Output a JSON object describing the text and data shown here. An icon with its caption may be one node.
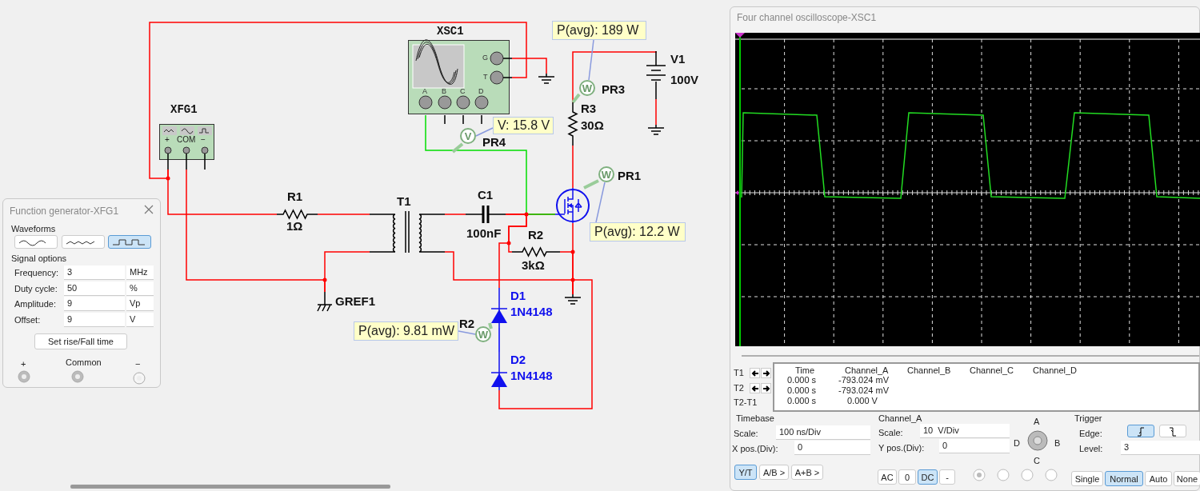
{
  "diagram": {
    "nodes": [
      {
        "text": [
          "XFG1",
          "+",
          "COM",
          "−"
        ]
      },
      {
        "text": [
          "XSC1",
          "G",
          "T",
          "A",
          "B",
          "C",
          "D"
        ]
      },
      {
        "text": [
          "R1",
          "1Ω"
        ]
      },
      {
        "text": [
          "T1"
        ]
      },
      {
        "text": [
          "C1",
          "100nF"
        ]
      },
      {
        "text": [
          "R2",
          "3kΩ"
        ]
      },
      {
        "text": [],
        "shape": "circle"
      },
      {
        "text": [
          "R3",
          "30Ω"
        ]
      },
      {
        "text": [
          "V1",
          "100V"
        ]
      },
      {
        "text": [
          "D1",
          "1N4148"
        ]
      },
      {
        "text": [
          "D2",
          "1N4148"
        ]
      },
      {
        "text": [
          "GREF1"
        ]
      },
      {
        "text": [],
        "shape": "ground"
      },
      {
        "text": [],
        "shape": "ground"
      },
      {
        "text": [],
        "shape": "ground"
      },
      {
        "text": [
          "V"
        ],
        "beside": [
          "PR4"
        ]
      },
      {
        "text": [
          "W"
        ],
        "beside": [
          "PR3"
        ]
      },
      {
        "text": [
          "W"
        ],
        "beside": [
          "PR1"
        ]
      },
      {
        "text": [
          "W"
        ],
        "beside": [
          "R2"
        ]
      },
      {
        "text": [
          "V: 15.8 V"
        ]
      },
      {
        "text": [
          "P(avg): 189 W"
        ]
      },
      {
        "text": [
          "P(avg): 12.2 W"
        ]
      },
      {
        "text": [
          "P(avg): 9.81 mW"
        ]
      },
      {
        "text": [
          "Function generator-XFG1"
        ]
      },
      {
        "text": [
          "Four channel oscilloscope-XSC1"
        ]
      }
    ],
    "edges": [
      {
        "from": 0,
        "to": 1,
        "arrow": "none"
      },
      {
        "from": 0,
        "to": 2,
        "arrow": "none"
      },
      {
        "from": 0,
        "to": 11,
        "arrow": "none"
      },
      {
        "from": 2,
        "to": 3,
        "arrow": "none"
      },
      {
        "from": 3,
        "to": 11,
        "arrow": "none"
      },
      {
        "from": 3,
        "to": 4,
        "arrow": "none"
      },
      {
        "from": 4,
        "to": 6,
        "arrow": "none"
      },
      {
        "from": 1,
        "to": 6,
        "arrow": "none",
        "color": "#00dd00"
      },
      {
        "from": 4,
        "to": 5,
        "arrow": "none"
      },
      {
        "from": 4,
        "to": 9,
        "arrow": "none"
      },
      {
        "from": 5,
        "to": 14,
        "arrow": "none"
      },
      {
        "from": 6,
        "to": 14,
        "arrow": "none"
      },
      {
        "from": 6,
        "to": 7,
        "arrow": "none"
      },
      {
        "from": 7,
        "to": 8,
        "arrow": "none"
      },
      {
        "from": 8,
        "to": 13,
        "arrow": "none"
      },
      {
        "from": 1,
        "to": 12,
        "arrow": "none"
      },
      {
        "from": 3,
        "to": 14,
        "arrow": "none"
      },
      {
        "from": 9,
        "to": 10,
        "arrow": "none",
        "color": "#0000ff"
      },
      {
        "from": 10,
        "to": 14,
        "arrow": "none"
      },
      {
        "from": 15,
        "to": null,
        "arrow": "none",
        "style": "thick",
        "color": "#99cc99"
      },
      {
        "from": 16,
        "to": 7,
        "arrow": "none",
        "style": "thick",
        "color": "#99cc99"
      },
      {
        "from": 17,
        "to": 6,
        "arrow": "none",
        "style": "thick",
        "color": "#99cc99"
      },
      {
        "from": 18,
        "to": 9,
        "arrow": "none",
        "style": "thick",
        "color": "#99cc99"
      },
      {
        "from": 19,
        "to": 15,
        "arrow": "none",
        "color": "#8899dd"
      },
      {
        "from": 20,
        "to": 16,
        "arrow": "none",
        "color": "#8899dd"
      },
      {
        "from": 21,
        "to": 17,
        "arrow": "none",
        "color": "#8899dd"
      },
      {
        "from": 22,
        "to": 18,
        "arrow": "none",
        "color": "#8899dd"
      }
    ],
    "labels": [
      "Waveforms",
      "Signal options",
      "Frequency:",
      "3",
      "MHz",
      "Duty cycle:",
      "50",
      "%",
      "Amplitude:",
      "9",
      "Vp",
      "Offset:",
      "9",
      "V",
      "Set rise/Fall time",
      "+",
      "Common",
      "−",
      "T1",
      "T2",
      "T2-T1",
      "Time",
      "Channel_A",
      "Channel_B",
      "Channel_C",
      "Channel_D",
      "0.000 s",
      "-793.024 mV",
      "0.000 s",
      "-793.024 mV",
      "0.000 s",
      "0.000 V",
      "Timebase",
      "Scale:",
      "100 ns/Div",
      "X pos.(Div):",
      "0",
      "Y/T",
      "A/B >",
      "A+B >",
      "Channel_A",
      "Scale:",
      "10  V/Div",
      "Y pos.(Div):",
      "0",
      "AC",
      "0",
      "DC",
      "-",
      "A",
      "D",
      "B",
      "C",
      "Trigger",
      "Edge:",
      "Level:",
      "3",
      "Single",
      "Normal",
      "Auto",
      "None"
    ]
  }
}
